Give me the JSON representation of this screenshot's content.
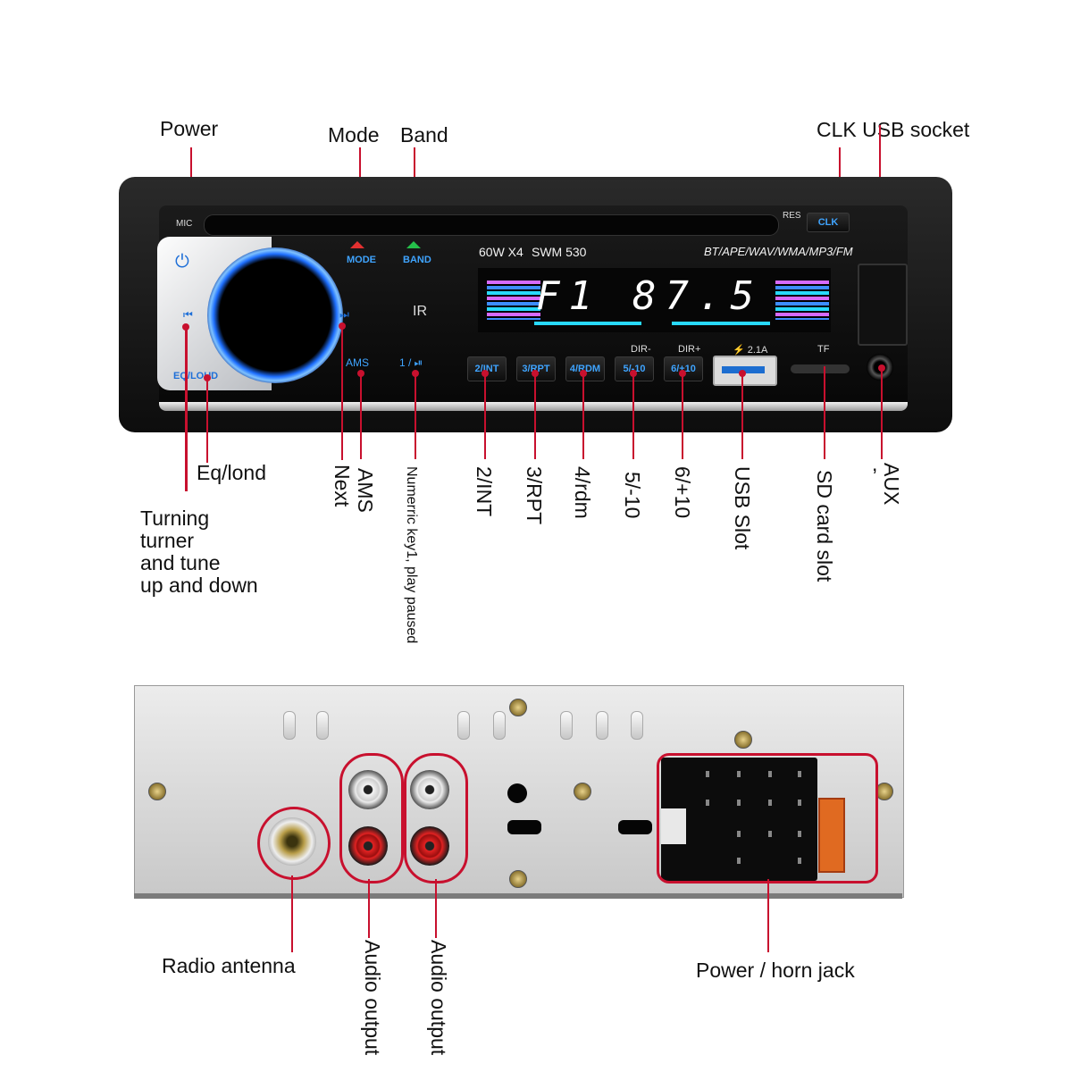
{
  "callouts": {
    "power": "Power",
    "mode": "Mode",
    "band": "Band",
    "clk_usb": "CLK USB socket",
    "eq_lond": "Eq/lond",
    "turning": [
      "Turning",
      "turner",
      "and tune",
      "up and down"
    ],
    "next": "Next",
    "ams": "AMS",
    "numeric_key": "Numerric key1, play paused",
    "k2": "2/INT",
    "k3": "3/RPT",
    "k4": "4/rdm",
    "k5": "5/-10",
    "k6": "6/+10",
    "usb_slot": "USB Slot",
    "sd_slot": "SD card slot",
    "aux": "AUX",
    "aux_mark": ",",
    "radio_antenna": "Radio antenna",
    "audio_output_1": "Audio output",
    "audio_output_2": "Audio output",
    "power_horn": "Power / horn jack"
  },
  "panel": {
    "mic": "MIC",
    "res": "RES",
    "clk": "CLK",
    "power_symbol": "⏻",
    "mode": "MODE",
    "band": "BAND",
    "prev_symbol": "⏮",
    "next_symbol": "⏭",
    "eq_loud": "EQ/LOUD",
    "ir": "IR",
    "ams": "AMS",
    "play": "1 / ⏯",
    "power_rating": "60W X4",
    "model": "SWM 530",
    "formats": "BT/APE/WAV/WMA/MP3/FM",
    "display_band": "F1",
    "display_freq": "87.5",
    "buttons": [
      "2/INT",
      "3/RPT",
      "4/RDM",
      "5/-10",
      "6/+10"
    ],
    "dir_minus": "DIR-",
    "dir_plus": "DIR+",
    "usb_current": "⚡ 2.1A",
    "tf": "TF"
  },
  "colors": {
    "callout_line": "#c8102e",
    "button_text": "#3fa4ff",
    "mode_icon": "#e33030",
    "band_icon": "#25c04a"
  }
}
